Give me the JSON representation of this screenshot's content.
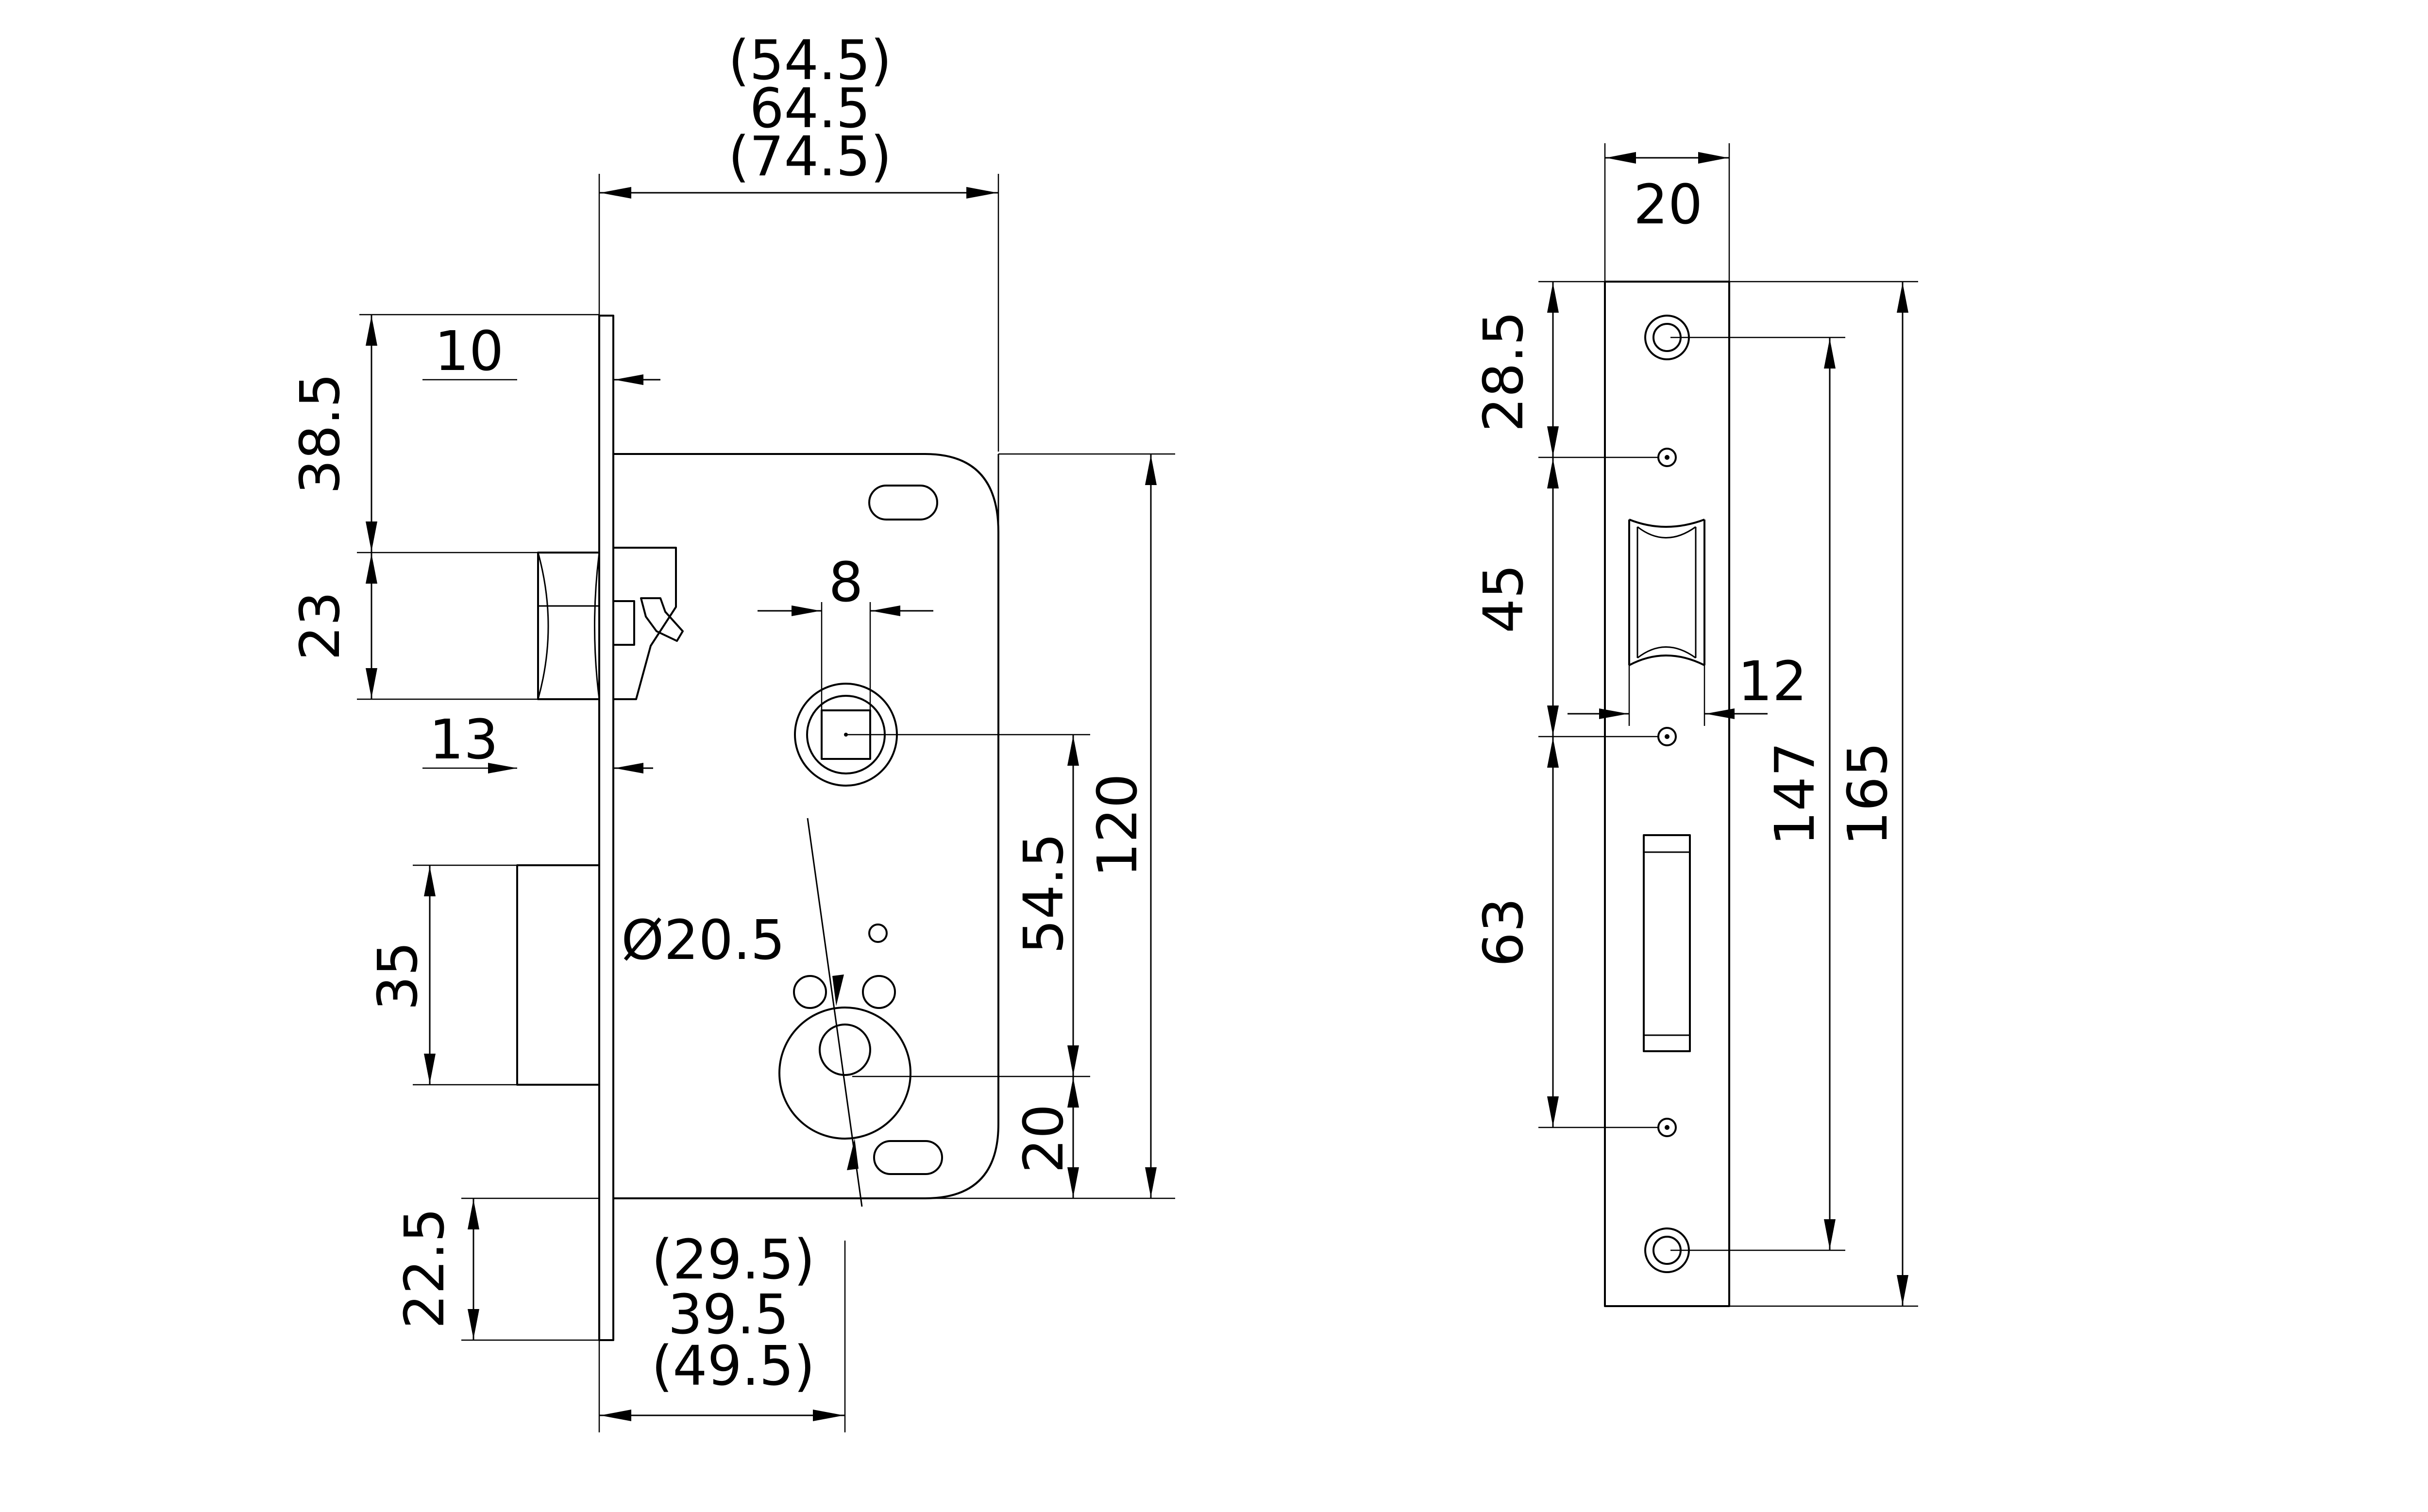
{
  "dimensions": {
    "front_width_alt_1": "(54.5)",
    "front_width": "64.5",
    "front_width_alt_2": "(74.5)",
    "faceplate_offset_top": "10",
    "top_to_latch": "38.5",
    "latch_height": "23",
    "faceplate_offset_mid": "13",
    "hub_square": "8",
    "deadbolt_height": "35",
    "cylinder_diameter": "Ø20.5",
    "hub_to_cylinder": "54.5",
    "case_height": "120",
    "cylinder_to_bottom": "20",
    "bottom_extension": "22.5",
    "backset_alt_1": "(29.5)",
    "backset": "39.5",
    "backset_alt_2": "(49.5)",
    "faceplate_width": "20",
    "screw_to_hole": "28.5",
    "hole_to_hole_upper": "45",
    "latch_opening_width": "12",
    "hole_to_hole_lower": "63",
    "screw_centers": "147",
    "faceplate_length": "165"
  }
}
